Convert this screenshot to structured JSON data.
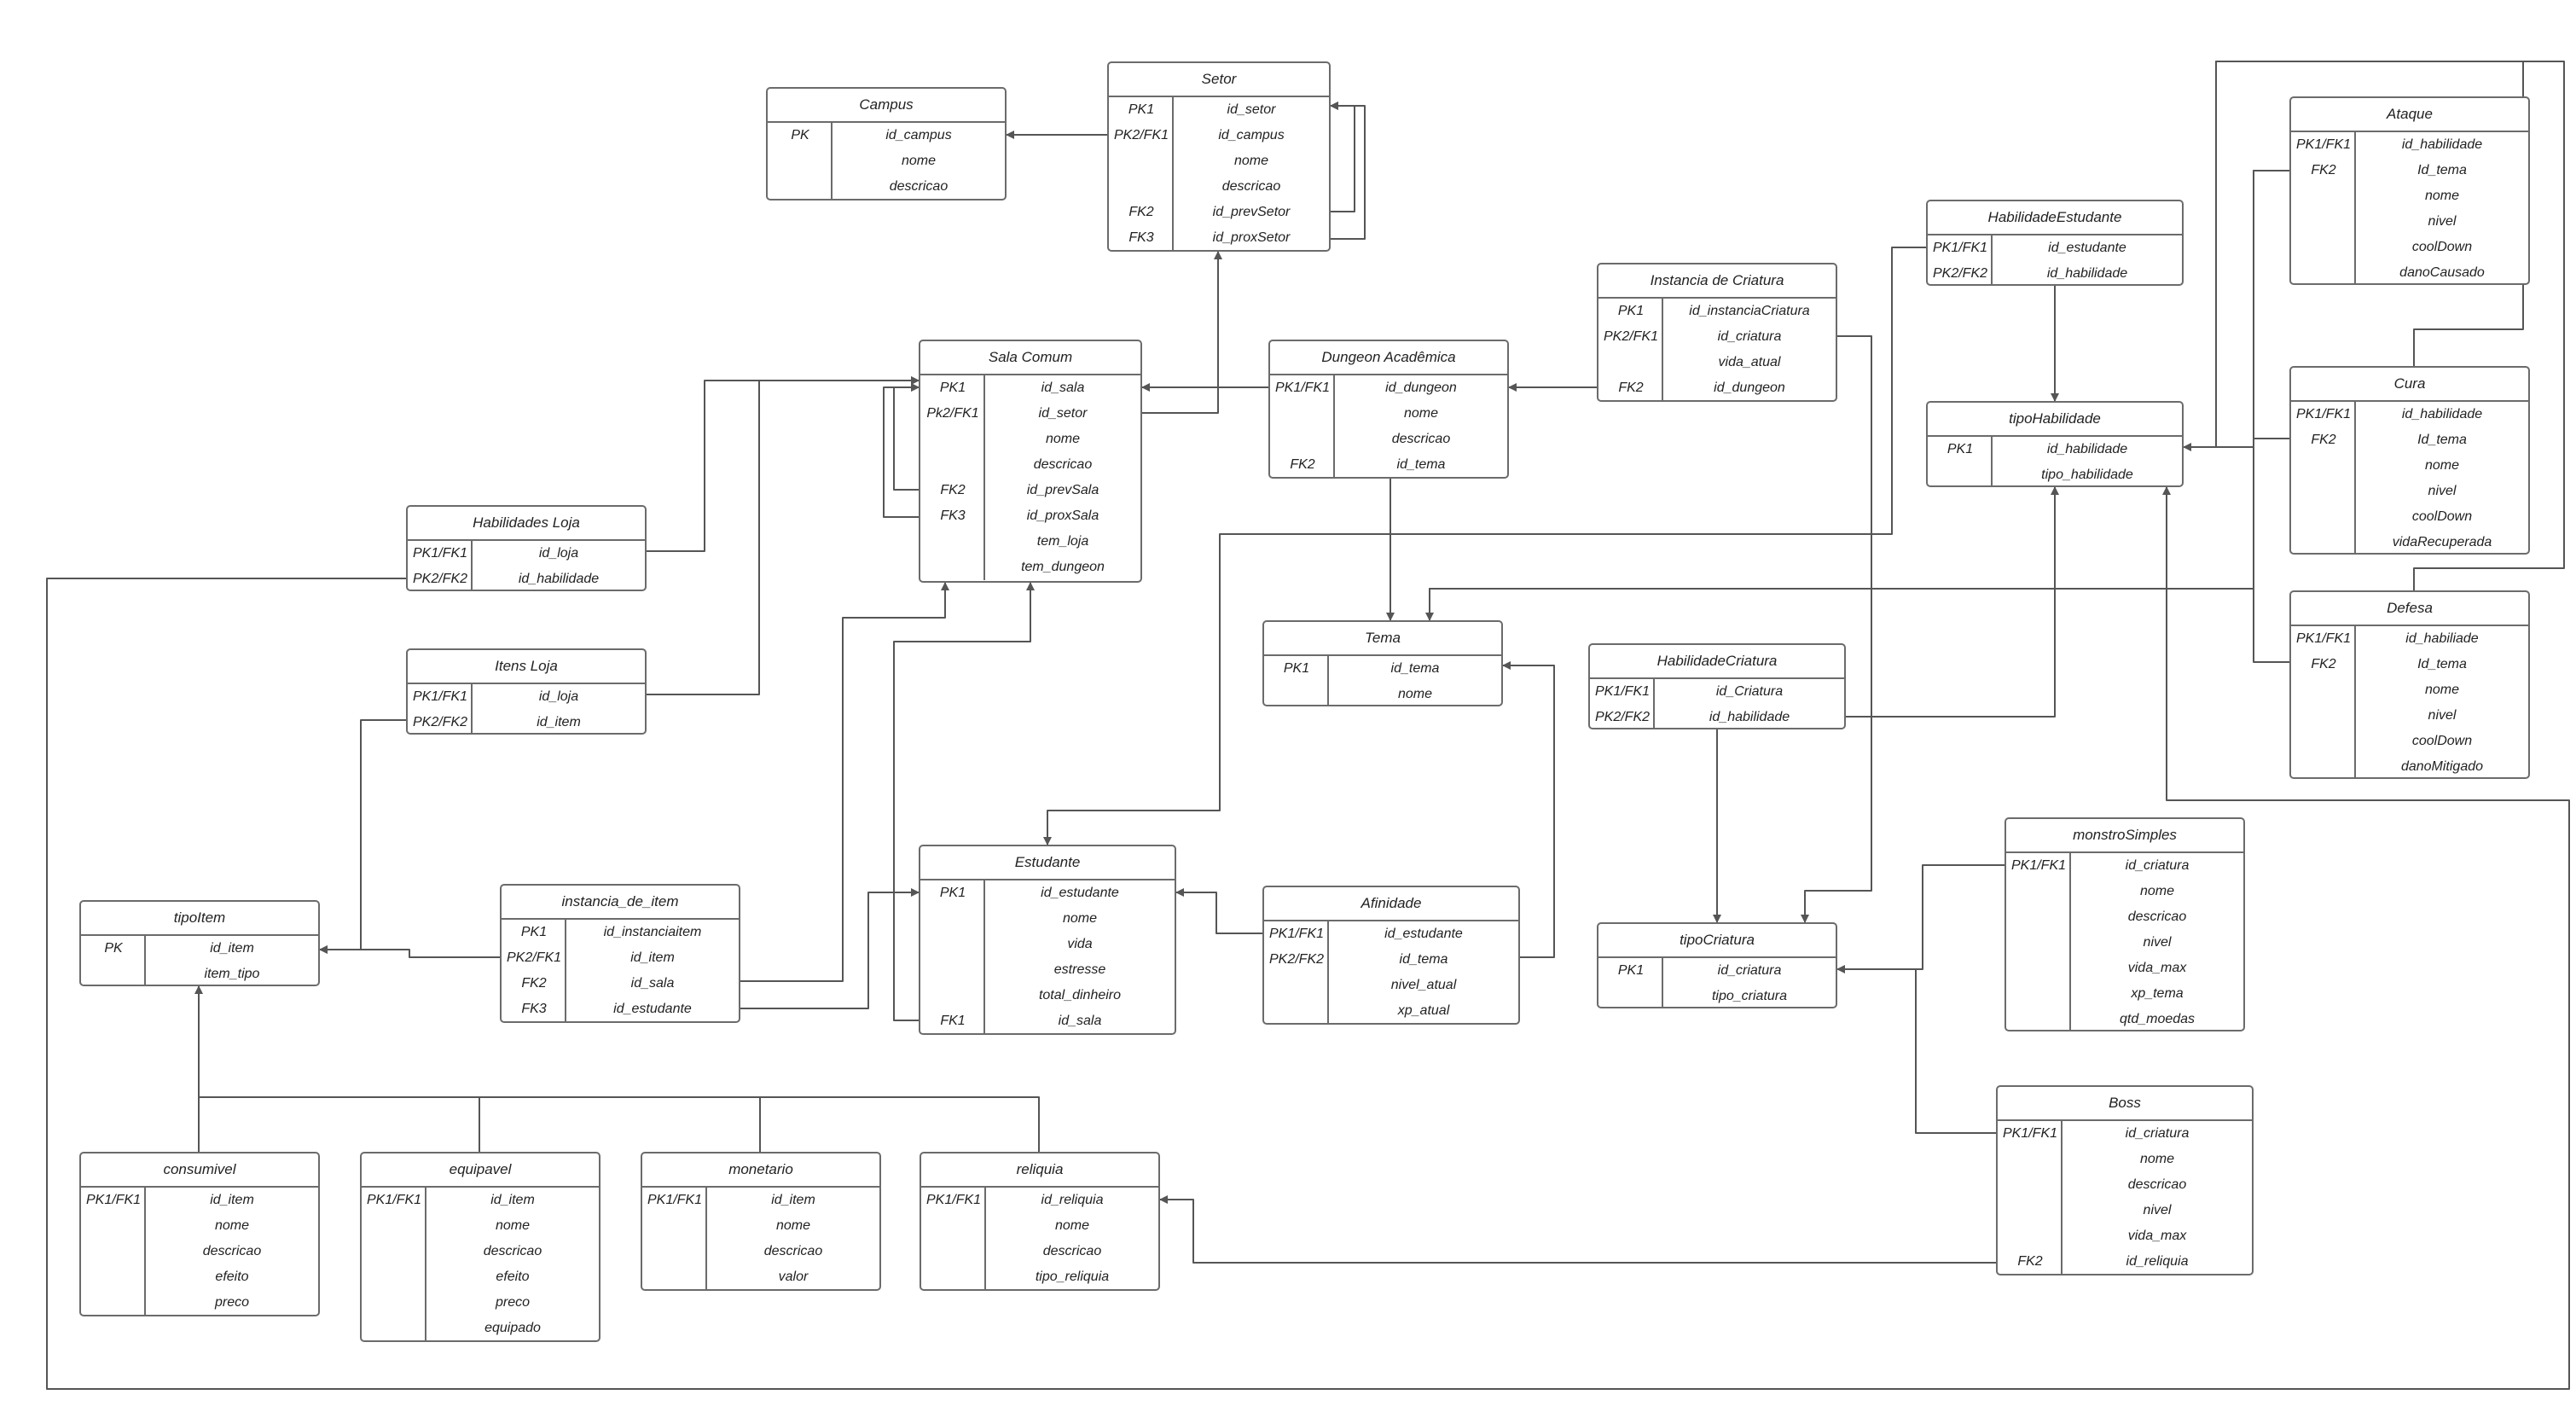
{
  "entities": [
    {
      "id": "campus",
      "title": "Campus",
      "rows": [
        [
          "PK",
          "id_campus"
        ],
        [
          "",
          "nome"
        ],
        [
          "",
          "descricao"
        ]
      ]
    },
    {
      "id": "setor",
      "title": "Setor",
      "rows": [
        [
          "PK1",
          "id_setor"
        ],
        [
          "PK2/FK1",
          "id_campus"
        ],
        [
          "",
          "nome"
        ],
        [
          "",
          "descricao"
        ],
        [
          "FK2",
          "id_prevSetor"
        ],
        [
          "FK3",
          "id_proxSetor"
        ]
      ]
    },
    {
      "id": "sala-comum",
      "title": "Sala Comum",
      "rows": [
        [
          "PK1",
          "id_sala"
        ],
        [
          "Pk2/FK1",
          "id_setor"
        ],
        [
          "",
          "nome"
        ],
        [
          "",
          "descricao"
        ],
        [
          "FK2",
          "id_prevSala"
        ],
        [
          "FK3",
          "id_proxSala"
        ],
        [
          "",
          "tem_loja"
        ],
        [
          "",
          "tem_dungeon"
        ]
      ]
    },
    {
      "id": "dungeon-academica",
      "title": "Dungeon Acadêmica",
      "rows": [
        [
          "PK1/FK1",
          "id_dungeon"
        ],
        [
          "",
          "nome"
        ],
        [
          "",
          "descricao"
        ],
        [
          "FK2",
          "id_tema"
        ]
      ]
    },
    {
      "id": "instancia-de-criatura",
      "title": "Instancia de Criatura",
      "rows": [
        [
          "PK1",
          "id_instanciaCriatura"
        ],
        [
          "PK2/FK1",
          "id_criatura"
        ],
        [
          "",
          "vida_atual"
        ],
        [
          "FK2",
          "id_dungeon"
        ]
      ]
    },
    {
      "id": "habilidade-estudante",
      "title": "HabilidadeEstudante",
      "rows": [
        [
          "PK1/FK1",
          "id_estudante"
        ],
        [
          "PK2/FK2",
          "id_habilidade"
        ]
      ]
    },
    {
      "id": "tipo-habilidade",
      "title": "tipoHabilidade",
      "rows": [
        [
          "PK1",
          "id_habilidade"
        ],
        [
          "",
          "tipo_habilidade"
        ]
      ]
    },
    {
      "id": "ataque",
      "title": "Ataque",
      "rows": [
        [
          "PK1/FK1",
          "id_habilidade"
        ],
        [
          "FK2",
          "Id_tema"
        ],
        [
          "",
          "nome"
        ],
        [
          "",
          "nivel"
        ],
        [
          "",
          "coolDown"
        ],
        [
          "",
          "danoCausado"
        ]
      ]
    },
    {
      "id": "cura",
      "title": "Cura",
      "rows": [
        [
          "PK1/FK1",
          "id_habilidade"
        ],
        [
          "FK2",
          "Id_tema"
        ],
        [
          "",
          "nome"
        ],
        [
          "",
          "nivel"
        ],
        [
          "",
          "coolDown"
        ],
        [
          "",
          "vidaRecuperada"
        ]
      ]
    },
    {
      "id": "defesa",
      "title": "Defesa",
      "rows": [
        [
          "PK1/FK1",
          "id_habiliade"
        ],
        [
          "FK2",
          "Id_tema"
        ],
        [
          "",
          "nome"
        ],
        [
          "",
          "nivel"
        ],
        [
          "",
          "coolDown"
        ],
        [
          "",
          "danoMitigado"
        ]
      ]
    },
    {
      "id": "habilidades-loja",
      "title": "Habilidades Loja",
      "rows": [
        [
          "PK1/FK1",
          "id_loja"
        ],
        [
          "PK2/FK2",
          "id_habilidade"
        ]
      ]
    },
    {
      "id": "itens-loja",
      "title": "Itens Loja",
      "rows": [
        [
          "PK1/FK1",
          "id_loja"
        ],
        [
          "PK2/FK2",
          "id_item"
        ]
      ]
    },
    {
      "id": "tema",
      "title": "Tema",
      "rows": [
        [
          "PK1",
          "id_tema"
        ],
        [
          "",
          "nome"
        ]
      ]
    },
    {
      "id": "habilidade-criatura",
      "title": "HabilidadeCriatura",
      "rows": [
        [
          "PK1/FK1",
          "id_Criatura"
        ],
        [
          "PK2/FK2",
          "id_habilidade"
        ]
      ]
    },
    {
      "id": "estudante",
      "title": "Estudante",
      "rows": [
        [
          "PK1",
          "id_estudante"
        ],
        [
          "",
          "nome"
        ],
        [
          "",
          "vida"
        ],
        [
          "",
          "estresse"
        ],
        [
          "",
          "total_dinheiro"
        ],
        [
          "FK1",
          "id_sala"
        ]
      ]
    },
    {
      "id": "afinidade",
      "title": "Afinidade",
      "rows": [
        [
          "PK1/FK1",
          "id_estudante"
        ],
        [
          "PK2/FK2",
          "id_tema"
        ],
        [
          "",
          "nivel_atual"
        ],
        [
          "",
          "xp_atual"
        ]
      ]
    },
    {
      "id": "instancia-de-item",
      "title": "instancia_de_item",
      "rows": [
        [
          "PK1",
          "id_instanciaitem"
        ],
        [
          "PK2/FK1",
          "id_item"
        ],
        [
          "FK2",
          "id_sala"
        ],
        [
          "FK3",
          "id_estudante"
        ]
      ]
    },
    {
      "id": "tipo-item",
      "title": "tipoItem",
      "rows": [
        [
          "PK",
          "id_item"
        ],
        [
          "",
          "item_tipo"
        ]
      ]
    },
    {
      "id": "tipo-criatura",
      "title": "tipoCriatura",
      "rows": [
        [
          "PK1",
          "id_criatura"
        ],
        [
          "",
          "tipo_criatura"
        ]
      ]
    },
    {
      "id": "monstro-simples",
      "title": "monstroSimples",
      "rows": [
        [
          "PK1/FK1",
          "id_criatura"
        ],
        [
          "",
          "nome"
        ],
        [
          "",
          "descricao"
        ],
        [
          "",
          "nivel"
        ],
        [
          "",
          "vida_max"
        ],
        [
          "",
          "xp_tema"
        ],
        [
          "",
          "qtd_moedas"
        ]
      ]
    },
    {
      "id": "boss",
      "title": "Boss",
      "rows": [
        [
          "PK1/FK1",
          "id_criatura"
        ],
        [
          "",
          "nome"
        ],
        [
          "",
          "descricao"
        ],
        [
          "",
          "nivel"
        ],
        [
          "",
          "vida_max"
        ],
        [
          "FK2",
          "id_reliquia"
        ]
      ]
    },
    {
      "id": "consumivel",
      "title": "consumivel",
      "rows": [
        [
          "PK1/FK1",
          "id_item"
        ],
        [
          "",
          "nome"
        ],
        [
          "",
          "descricao"
        ],
        [
          "",
          "efeito"
        ],
        [
          "",
          "preco"
        ]
      ]
    },
    {
      "id": "equipavel",
      "title": "equipavel",
      "rows": [
        [
          "PK1/FK1",
          "id_item"
        ],
        [
          "",
          "nome"
        ],
        [
          "",
          "descricao"
        ],
        [
          "",
          "efeito"
        ],
        [
          "",
          "preco"
        ],
        [
          "",
          "equipado"
        ]
      ]
    },
    {
      "id": "monetario",
      "title": "monetario",
      "rows": [
        [
          "PK1/FK1",
          "id_item"
        ],
        [
          "",
          "nome"
        ],
        [
          "",
          "descricao"
        ],
        [
          "",
          "valor"
        ]
      ]
    },
    {
      "id": "reliquia",
      "title": "reliquia",
      "rows": [
        [
          "PK1/FK1",
          "id_reliquia"
        ],
        [
          "",
          "nome"
        ],
        [
          "",
          "descricao"
        ],
        [
          "",
          "tipo_reliquia"
        ]
      ]
    }
  ]
}
